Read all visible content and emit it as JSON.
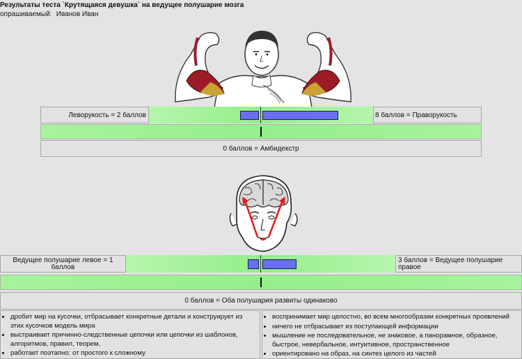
{
  "header": {
    "title": "Результаты теста `Крутящаяся девушка` на ведущее полушарие мозга",
    "respondent_label": "опрашиваемый:",
    "respondent_name": "Иванов Иван"
  },
  "handedness": {
    "left_label": "Леворукость = 2 баллов",
    "right_label": "8 баллов = Праворукость",
    "left_score": 2,
    "right_score": 8,
    "ambidexter_label": "0 баллов = Амбидекстр"
  },
  "hemisphere": {
    "left_label": "Ведущее полушарие левое = 1 баллов",
    "right_label": "3 баллов = Ведущее полушарие правое",
    "left_score": 1,
    "right_score": 3,
    "balanced_label": "0 баллов = Оба полушария развиты одинаково"
  },
  "left_traits": [
    "дробит мир на кусочки, отбрасывает конкретные детали и конструирует из этих кусочков модель мира",
    "выстраивает причинно-следственные цепочки или цепочки из шаблонов, алгоритмов, правил, теорем,",
    "работает поэтапно: от простого к сложному"
  ],
  "right_traits": [
    "воспринимает мир целостно, во всем многообразии конкретных проявлений",
    "ничего не отбрасывает из поступающей информации",
    "мышление не последовательное, не знаковое, а панорамное, образное, быстрое, невербальное, интуитивное, пространственное",
    "ориентировано на образ, на синтез целого из частей"
  ],
  "colors": {
    "bar_fill": "#6a6ff0",
    "meter_green": "#94ee8a",
    "arrow_red": "#e02020"
  }
}
